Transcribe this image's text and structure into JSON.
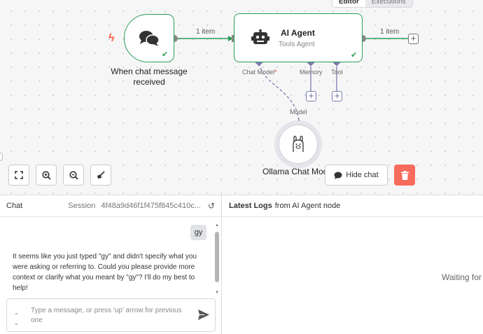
{
  "tabs": [
    {
      "label": "Editor"
    },
    {
      "label": "Executions"
    }
  ],
  "workflow": {
    "trigger": {
      "label_line1": "When chat message",
      "label_line2": "received"
    },
    "agent": {
      "title": "AI Agent",
      "subtitle": "Tools Agent"
    },
    "connection1_label": "1 item",
    "connection2_label": "1 item",
    "ports": {
      "chat_model": "Chat Model",
      "required_marker": "*",
      "memory": "Memory",
      "tool": "Tool"
    },
    "model_node": {
      "port_label": "Model",
      "label": "Ollama Chat Model"
    },
    "colors": {
      "success": "#2a9d55",
      "sub_port": "#7b7bb0",
      "trigger_bolt": "#ff5a3c",
      "danger": "#f76b5c"
    }
  },
  "toolbar": {
    "icons": [
      "fit-view-icon",
      "zoom-in-icon",
      "zoom-out-icon",
      "clean-up-icon"
    ],
    "hide_chat_label": "Hide chat"
  },
  "chat": {
    "title": "Chat",
    "session_label": "Session",
    "session_id": "4f48a9d46f1f475f845c410c...",
    "messages": {
      "user": "gy",
      "bot": "It seems like you just typed \"gy\" and didn't specify what you were asking or referring to. Could you please provide more context or clarify what you meant by \"gy\"? I'll do my best to help!"
    },
    "input_placeholder": "Type a message, or press 'up' arrow for previous one"
  },
  "logs": {
    "title_bold": "Latest Logs",
    "title_rest": "from AI Agent node",
    "waiting": "Waiting for"
  }
}
